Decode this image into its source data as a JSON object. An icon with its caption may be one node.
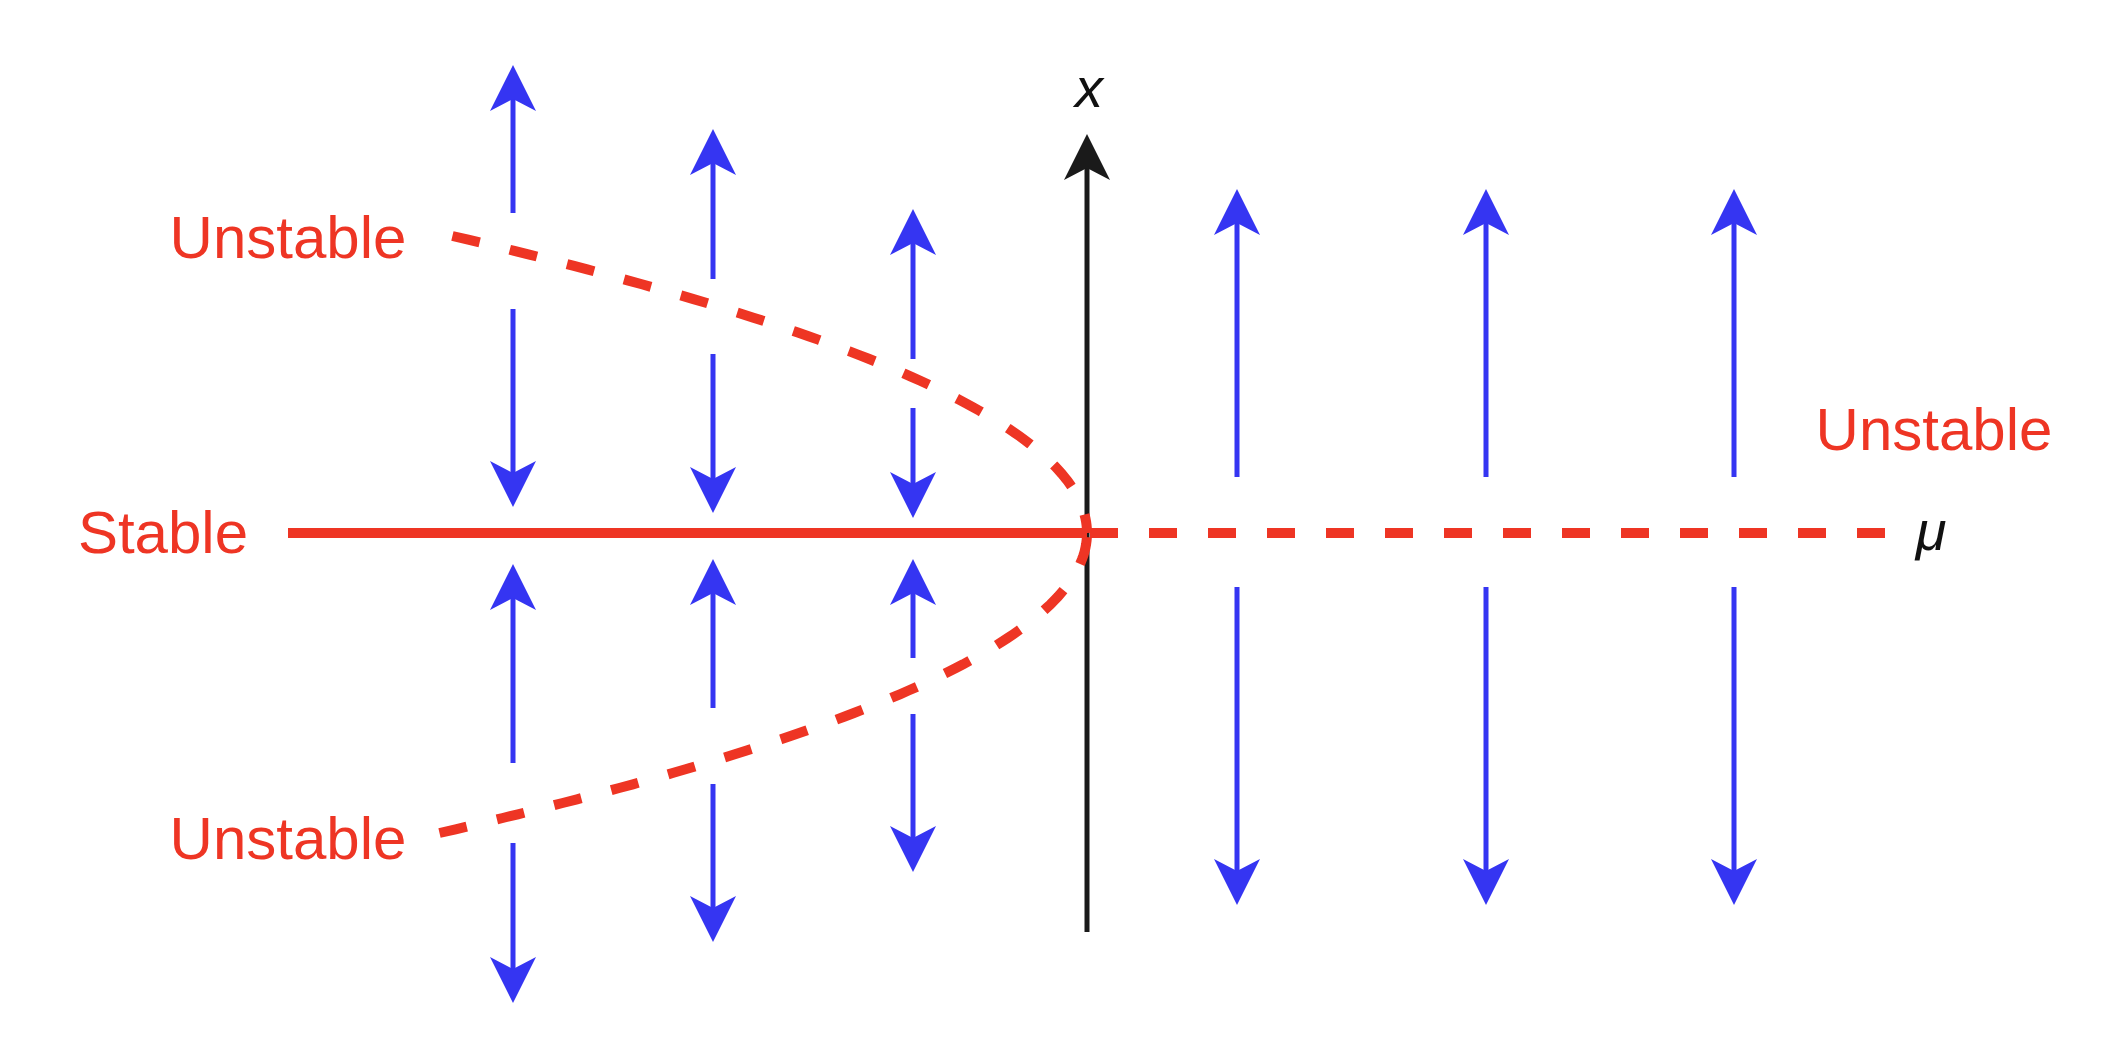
{
  "diagram": {
    "labels": [
      "x",
      "Unstable",
      "Unstable",
      "Stable",
      "μ",
      "Unstable"
    ]
  }
}
